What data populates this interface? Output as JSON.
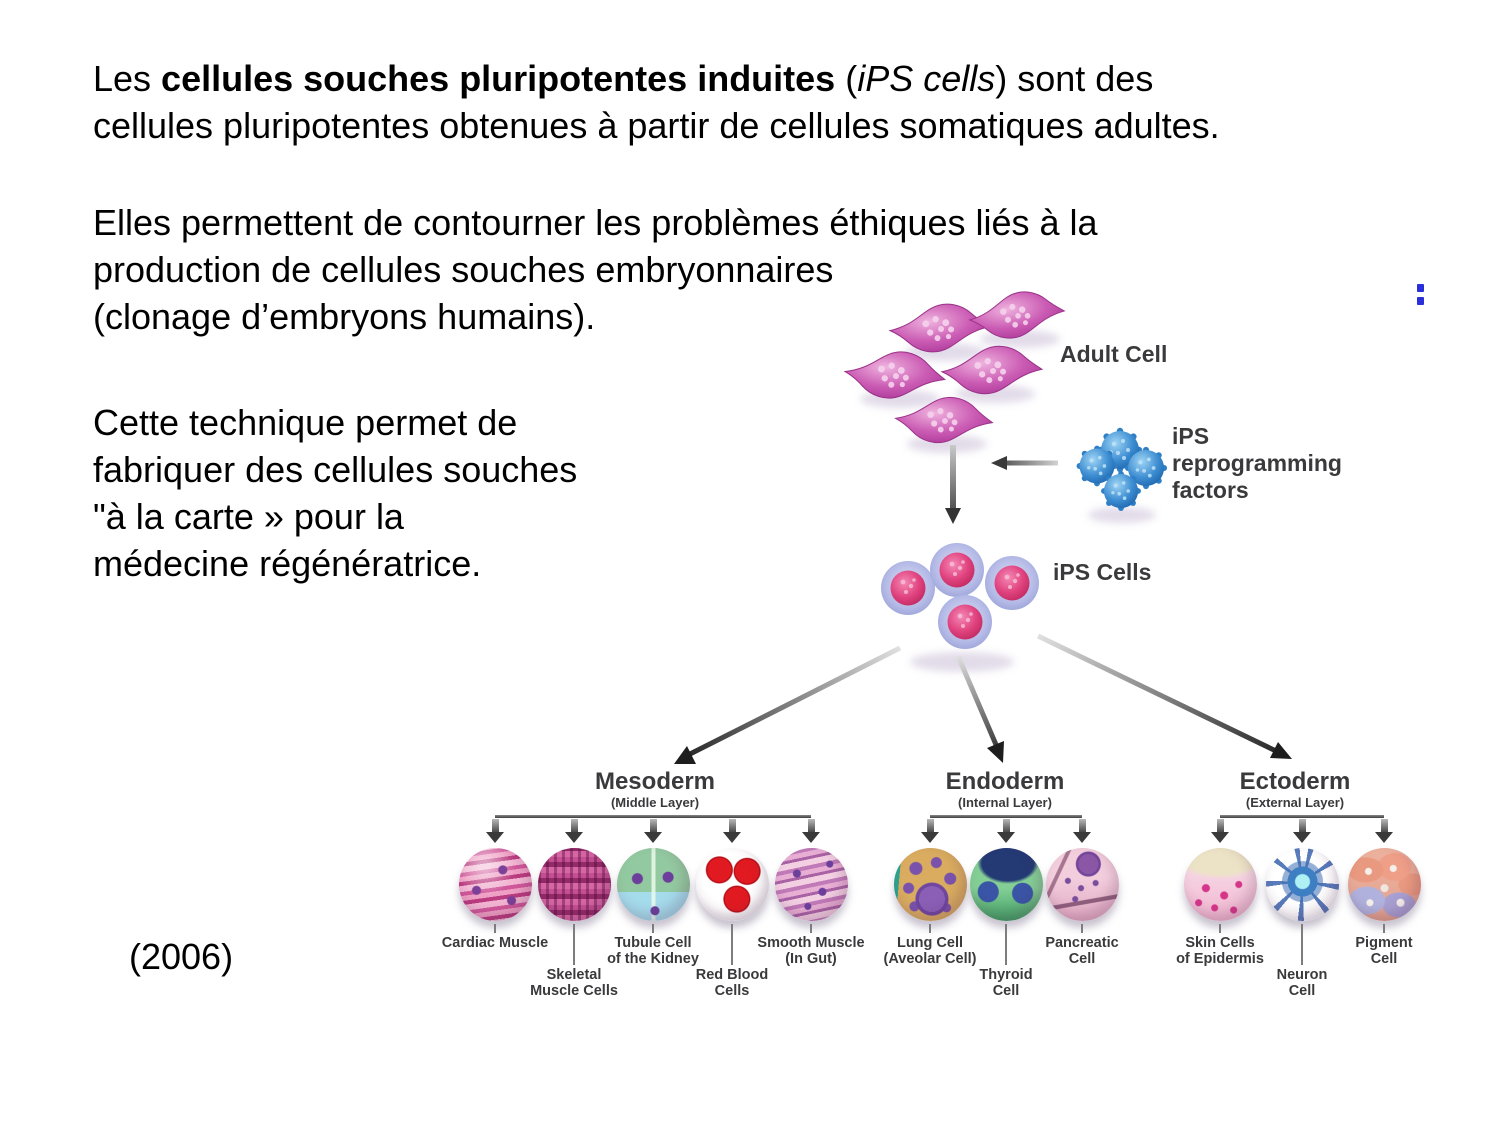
{
  "slide": {
    "paragraph1": {
      "prefix": "Les ",
      "bold": "cellules souches pluripotentes induites",
      "mid": " (",
      "italic": "iPS cells",
      "rest": ") sont des\ncellules pluripotentes obtenues à partir de cellules somatiques adultes."
    },
    "paragraph2": "Elles permettent de contourner les problèmes éthiques liés à la\nproduction de cellules souches embryonnaires\n(clonage d’embryons humains).",
    "paragraph3": "Cette technique permet de\nfabriquer des cellules souches\n\"à la carte » pour la\nmédecine régénératrice.",
    "year_note": "(2006)"
  },
  "diagram": {
    "adult_cell_label": "Adult Cell",
    "reprogramming_label": "iPS\nreprogramming\nfactors",
    "ips_cells_label": "iPS Cells",
    "germ_layers": [
      {
        "name": "Mesoderm",
        "sublabel": "(Middle Layer)",
        "cells": [
          {
            "label": "Cardiac Muscle"
          },
          {
            "label": "Skeletal\nMuscle Cells"
          },
          {
            "label": "Tubule Cell\nof the Kidney"
          },
          {
            "label": "Red Blood\nCells"
          },
          {
            "label": "Smooth Muscle\n(In Gut)"
          }
        ]
      },
      {
        "name": "Endoderm",
        "sublabel": "(Internal Layer)",
        "cells": [
          {
            "label": "Lung Cell\n(Aveolar Cell)"
          },
          {
            "label": "Thyroid\nCell"
          },
          {
            "label": "Pancreatic\nCell"
          }
        ]
      },
      {
        "name": "Ectoderm",
        "sublabel": "(External Layer)",
        "cells": [
          {
            "label": "Skin Cells\nof Epidermis"
          },
          {
            "label": "Neuron\nCell"
          },
          {
            "label": "Pigment\nCell"
          }
        ]
      }
    ]
  },
  "colors": {
    "adult_cell_pink": "#bb3fa0",
    "reprogramming_factor_blue": "#2e7fc6",
    "ips_core_pink": "#d93571",
    "ips_halo_lavender": "#b4bae6",
    "diagram_label_gray": "#3a3a3c",
    "artifact_blue": "#2b2fd9"
  }
}
